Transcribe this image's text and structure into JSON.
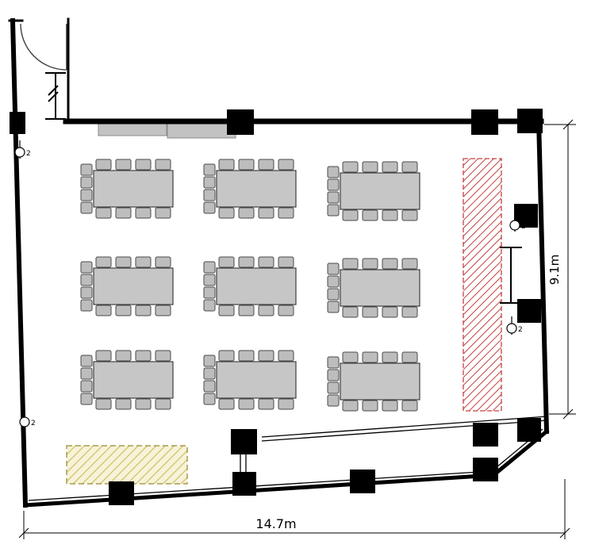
{
  "dimensions": {
    "height_label": "9.1m",
    "width_label": "14.7m"
  },
  "symbols": {
    "outlet_label": "2"
  },
  "counts": {
    "table_groups": 9,
    "chairs_per_table": 12,
    "columns": 13,
    "outlet_symbols": 4
  },
  "colors": {
    "wall": "#000000",
    "table_fill": "#c6c6c6",
    "chair_fill": "#bdbdbd",
    "counter_fill": "#c2c2c2",
    "hatch_red": "#c64040",
    "hatch_yellow": "#cfc169",
    "hatch_yellow_border": "#a89b4e",
    "hatch_yellow_bg": "#f7f3d9"
  }
}
